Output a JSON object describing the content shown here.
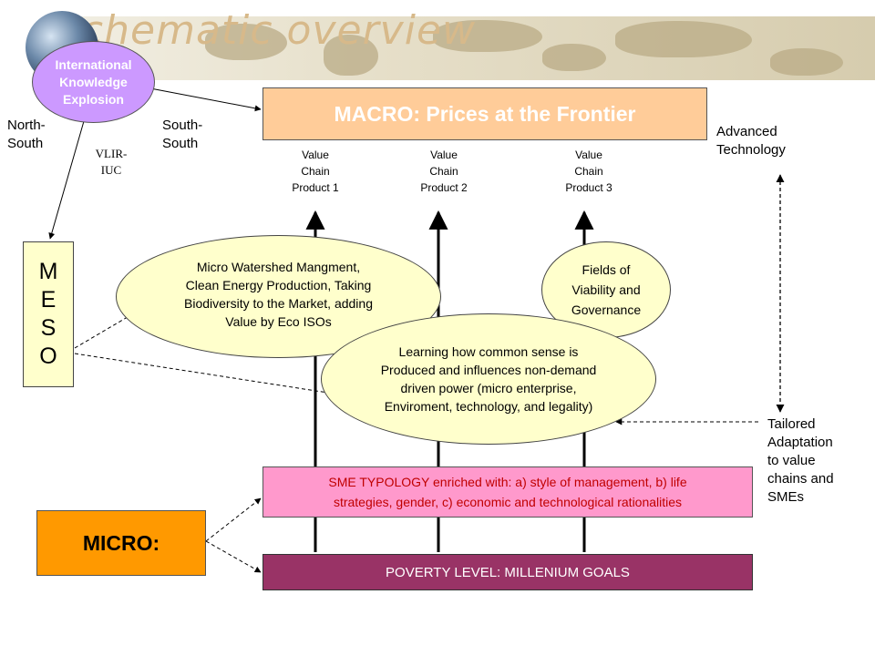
{
  "header": {
    "title": "Schematic overview"
  },
  "bubble": {
    "line1": "International",
    "line2": "Knowledge",
    "line3": "Explosion"
  },
  "labels": {
    "north_south_1": "North-",
    "north_south_2": "South",
    "south_south_1": "South-",
    "south_south_2": "South",
    "vlir_1": "VLIR-",
    "vlir_2": "IUC",
    "advanced_1": "Advanced",
    "advanced_2": "Technology",
    "tailored": [
      "Tailored",
      "Adaptation",
      "to value",
      "chains and",
      "SMEs"
    ]
  },
  "macro": {
    "title": "MACRO: Prices at the Frontier"
  },
  "value_chains": [
    {
      "l1": "Value",
      "l2": "Chain",
      "l3": "Product 1"
    },
    {
      "l1": "Value",
      "l2": "Chain",
      "l3": "Product 2"
    },
    {
      "l1": "Value",
      "l2": "Chain",
      "l3": "Product 3"
    }
  ],
  "meso": {
    "letters": [
      "M",
      "E",
      "S",
      "O"
    ]
  },
  "ellipses": {
    "watershed": [
      "Micro Watershed Mangment,",
      "Clean Energy Production, Taking",
      "Biodiversity to the Market, adding",
      "Value by Eco ISOs"
    ],
    "fields": [
      "Fields of",
      "Viability and",
      "Governance"
    ],
    "learning": [
      "Learning how common sense is",
      "Produced and influences non-demand",
      "driven power (micro enterprise,",
      "Enviroment, technology, and legality)"
    ]
  },
  "micro": {
    "label": "MICRO:"
  },
  "sme": {
    "line1": "SME TYPOLOGY enriched with: a) style of management, b) life",
    "line2": "strategies, gender, c) economic and technological rationalities"
  },
  "poverty": {
    "label": "POVERTY LEVEL: MILLENIUM GOALS"
  },
  "colors": {
    "macro_fill": "#ffcc99",
    "ike_fill": "#cc99ff",
    "meso_fill": "#ffffcc",
    "micro_fill": "#ff9900",
    "sme_fill": "#ff99cc",
    "sme_text": "#c00000",
    "poverty_fill": "#993366"
  }
}
